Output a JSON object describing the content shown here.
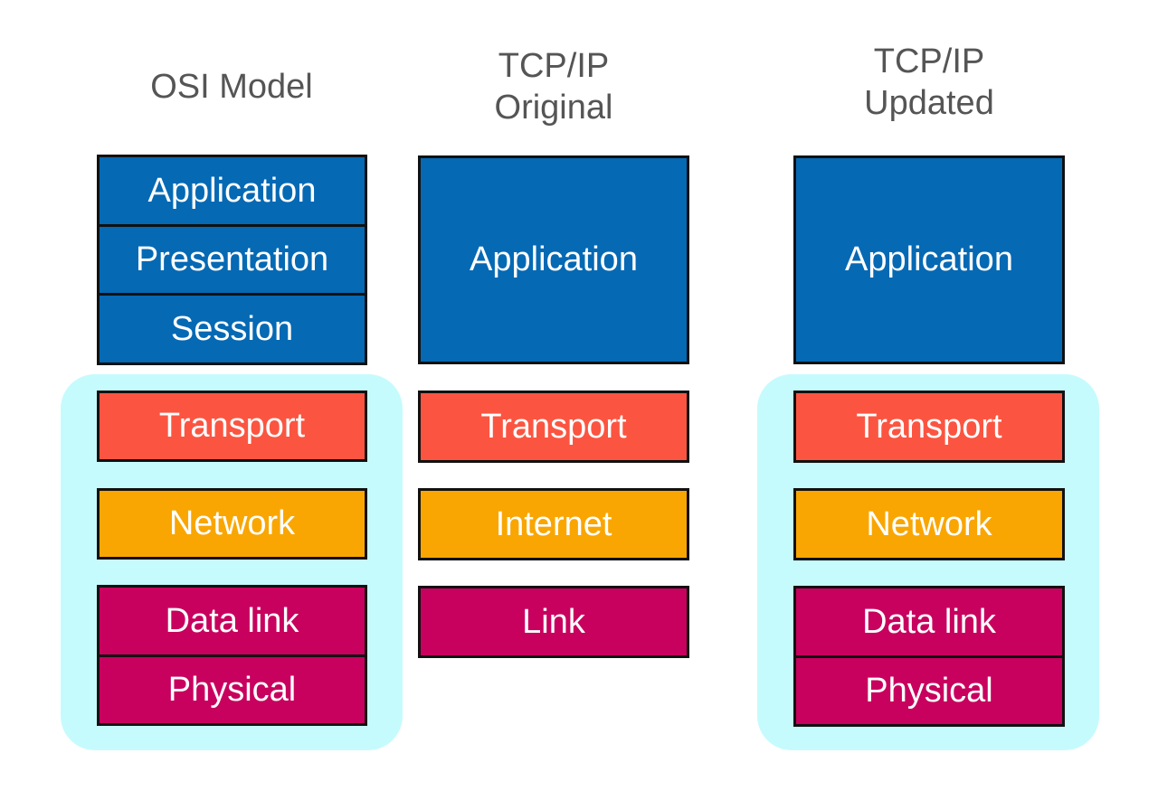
{
  "columns": {
    "osi": {
      "title": "OSI Model",
      "layers": [
        "Application",
        "Presentation",
        "Session",
        "Transport",
        "Network",
        "Data link",
        "Physical"
      ]
    },
    "tcpip_original": {
      "title_line1": "TCP/IP",
      "title_line2": "Original",
      "layers": [
        "Application",
        "Transport",
        "Internet",
        "Link"
      ]
    },
    "tcpip_updated": {
      "title_line1": "TCP/IP",
      "title_line2": "Updated",
      "layers": [
        "Application",
        "Transport",
        "Network",
        "Data link",
        "Physical"
      ]
    }
  },
  "colors": {
    "application": "#0569b4",
    "transport": "#fb5541",
    "network": "#f9a603",
    "link": "#c8005e",
    "highlight": "#c6fbfd",
    "title_text": "#555555"
  }
}
